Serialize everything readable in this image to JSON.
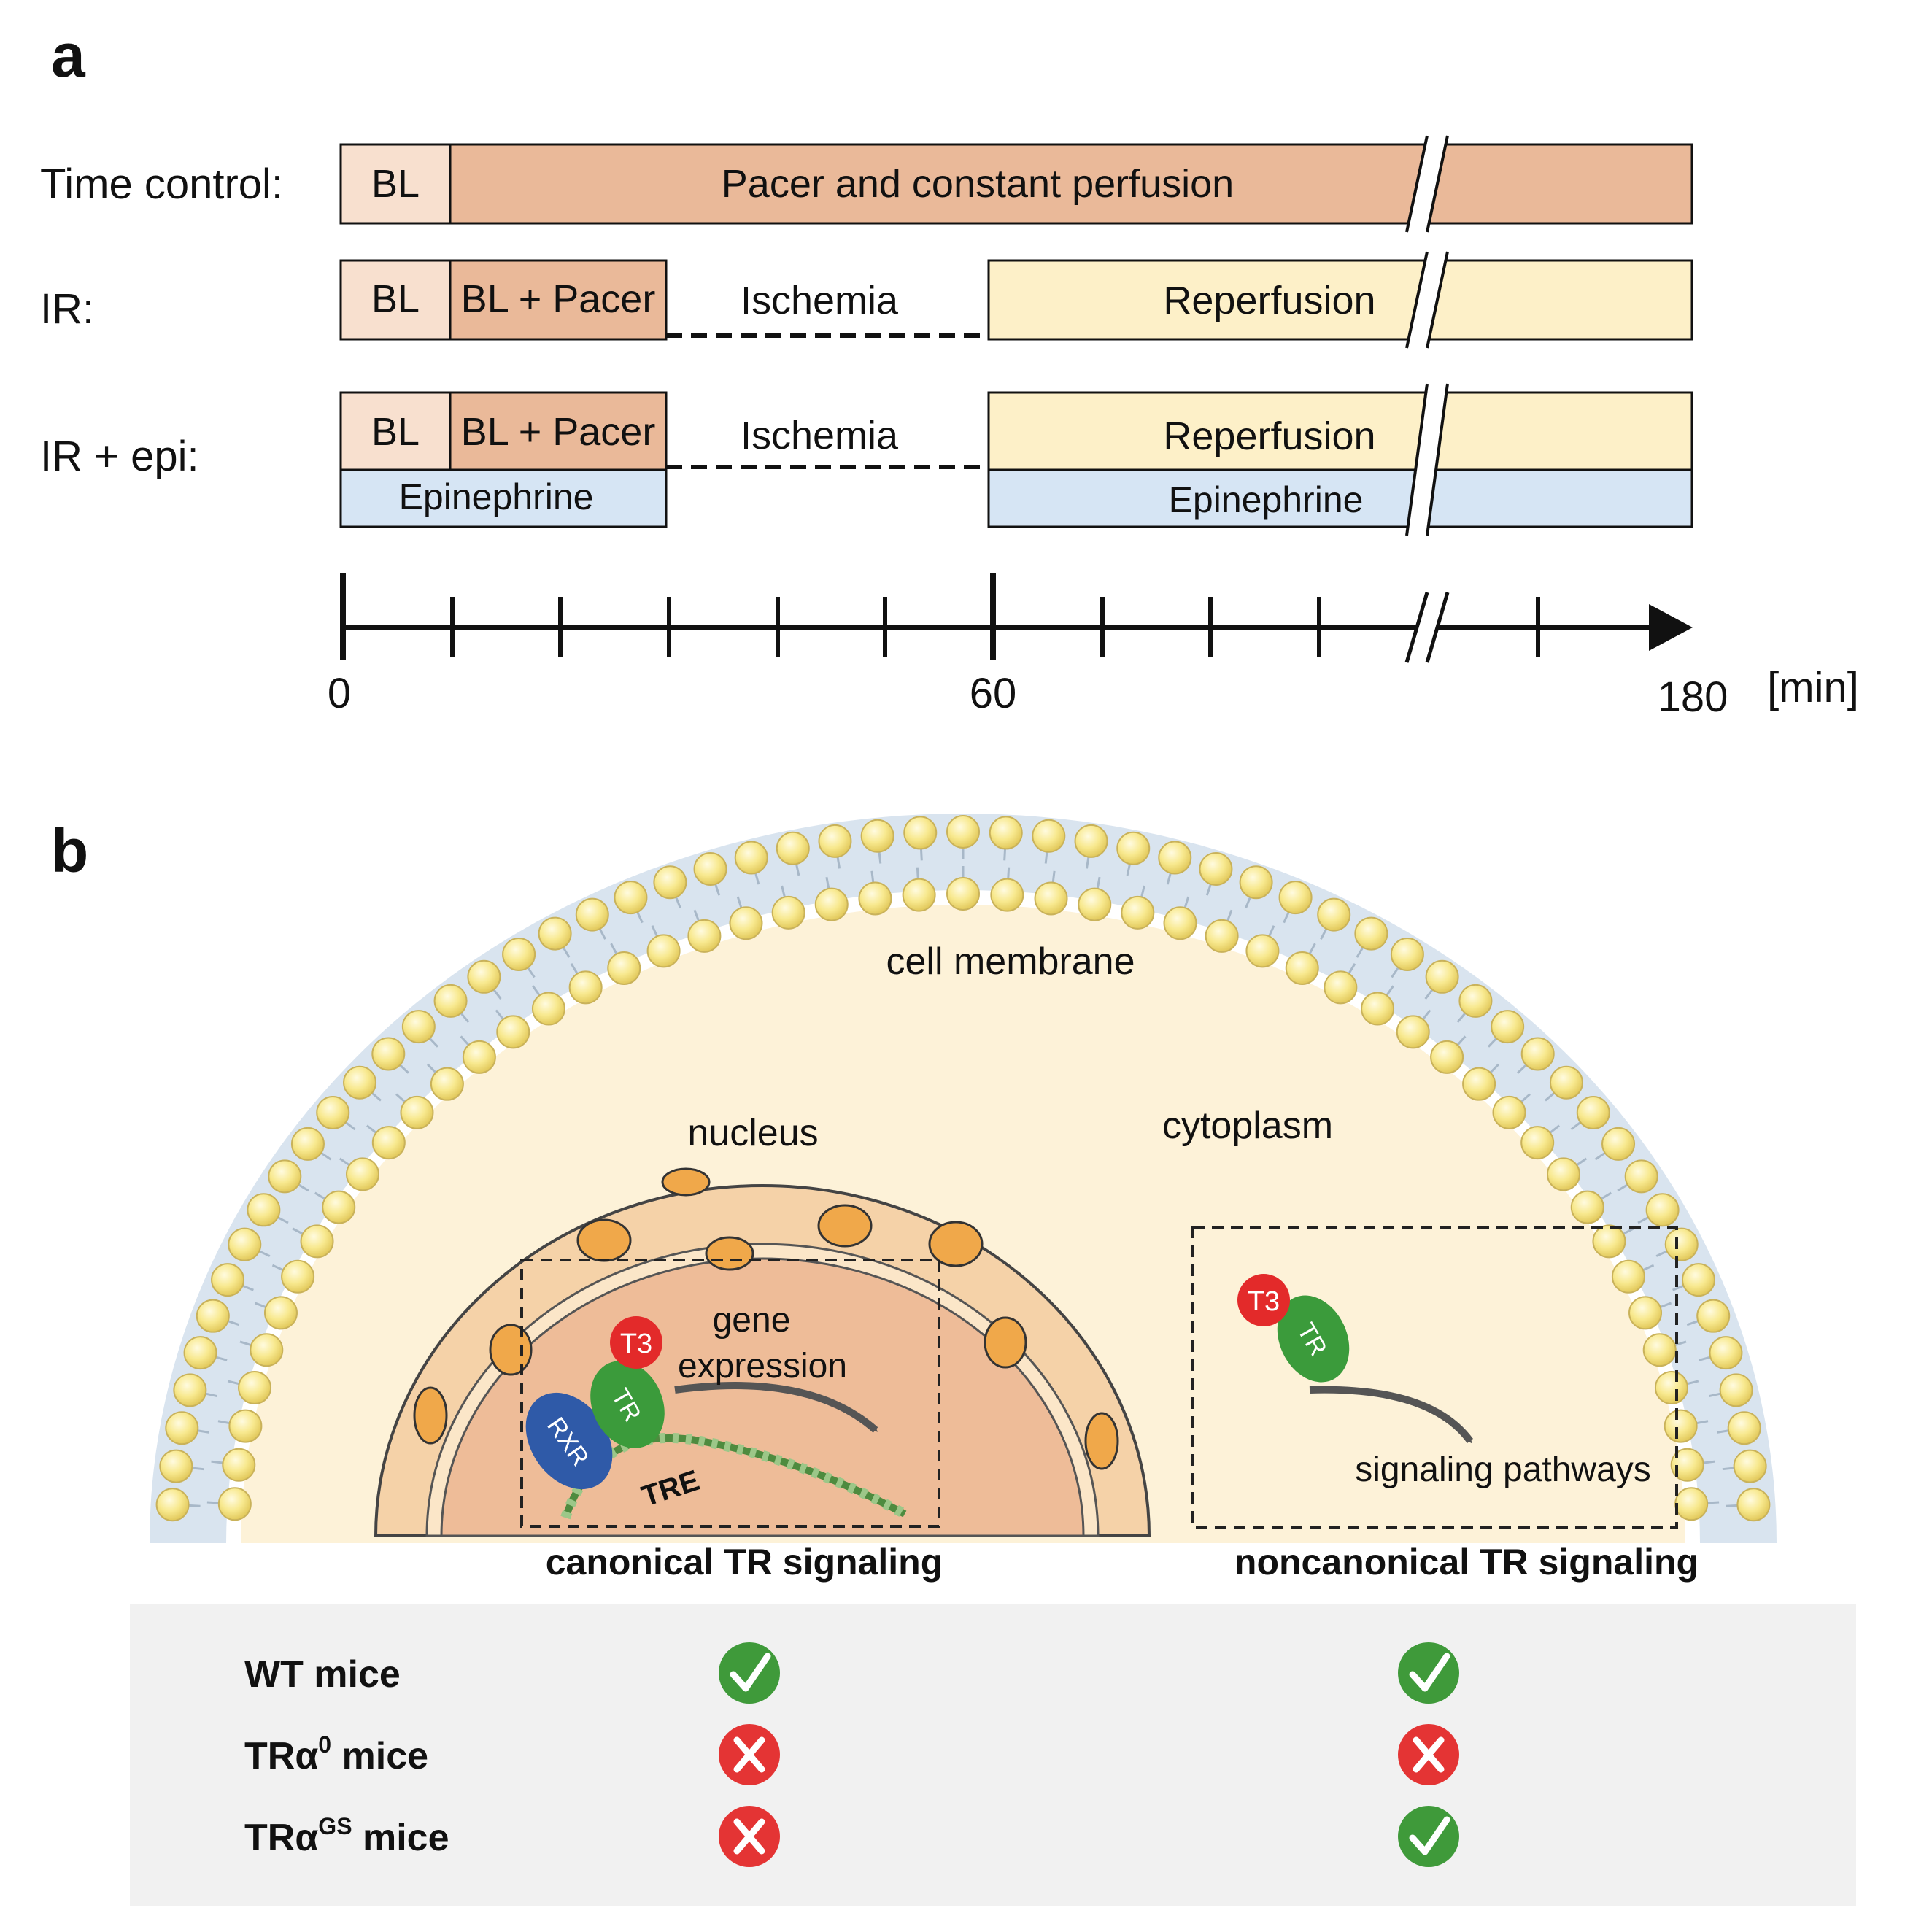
{
  "panel_a": {
    "label": "a",
    "rows": [
      {
        "label": "Time control:",
        "bl": "BL",
        "main": "Pacer and constant perfusion"
      },
      {
        "label": "IR:",
        "bl": "BL",
        "pacer": "BL + Pacer",
        "ischemia": "Ischemia",
        "reperfusion": "Reperfusion"
      },
      {
        "label": "IR + epi:",
        "bl": "BL",
        "pacer": "BL + Pacer",
        "ischemia": "Ischemia",
        "reperfusion": "Reperfusion",
        "epi_left": "Epinephrine",
        "epi_right": "Epinephrine"
      }
    ],
    "axis": {
      "ticks": [
        "0",
        "60",
        "180"
      ],
      "unit": "[min]"
    }
  },
  "panel_b": {
    "label": "b",
    "cell_membrane": "cell membrane",
    "nucleus": "nucleus",
    "cytoplasm": "cytoplasm",
    "gene_expression_1": "gene",
    "gene_expression_2": "expression",
    "tre": "TRE",
    "t3": "T3",
    "tr": "TR",
    "rxr": "RXR",
    "signaling_pathways": "signaling pathways",
    "canonical": "canonical TR signaling",
    "noncanonical": "noncanonical TR signaling",
    "table": [
      {
        "name": "WT mice",
        "canonical": true,
        "noncanonical": true
      },
      {
        "name_main": "TRα",
        "name_sup": "0",
        "name_tail": " mice",
        "canonical": false,
        "noncanonical": false
      },
      {
        "name_main": "TRα",
        "name_sup": "GS",
        "name_tail": " mice",
        "canonical": false,
        "noncanonical": true
      }
    ],
    "colors": {
      "bl": "#f8e0cf",
      "pacer": "#eab999",
      "reperfusion": "#fdf0c8",
      "epinephrine": "#d6e5f4",
      "cytoplasm": "#fdf2d8",
      "bead": "#f9ec9d",
      "check": "#3f9a3a",
      "cross": "#e43434"
    }
  }
}
